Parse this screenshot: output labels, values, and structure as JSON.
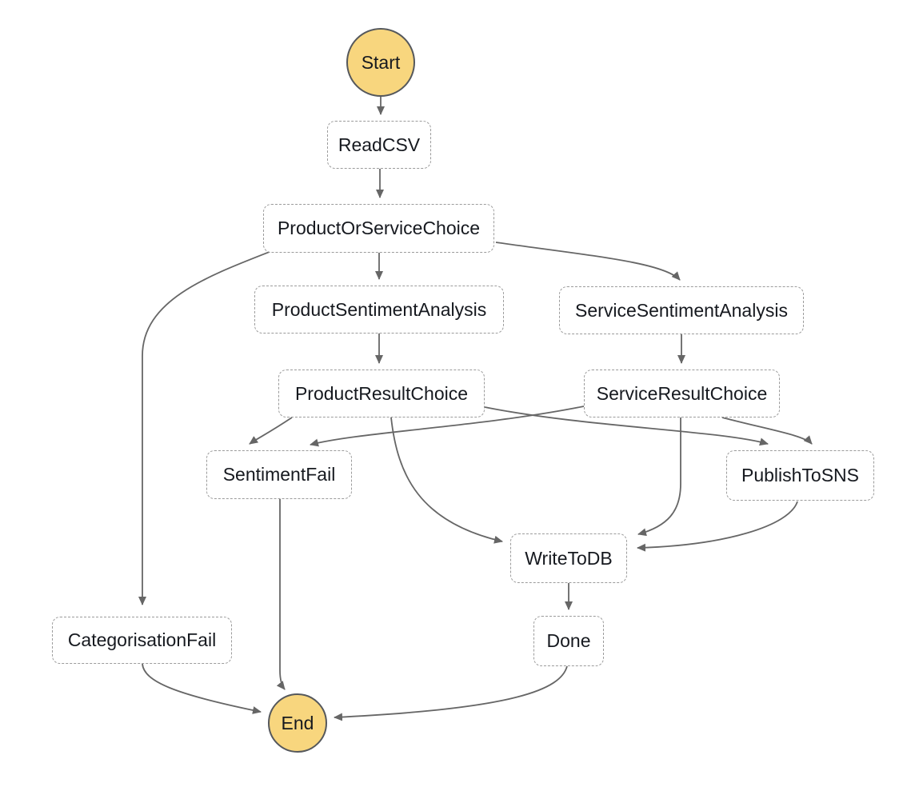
{
  "diagram": {
    "kind": "state-machine-graph",
    "nodes": {
      "start": {
        "label": "Start",
        "type": "terminal"
      },
      "read_csv": {
        "label": "ReadCSV",
        "type": "task"
      },
      "product_or_service_choice": {
        "label": "ProductOrServiceChoice",
        "type": "choice"
      },
      "product_sentiment_analysis": {
        "label": "ProductSentimentAnalysis",
        "type": "task"
      },
      "service_sentiment_analysis": {
        "label": "ServiceSentimentAnalysis",
        "type": "task"
      },
      "product_result_choice": {
        "label": "ProductResultChoice",
        "type": "choice"
      },
      "service_result_choice": {
        "label": "ServiceResultChoice",
        "type": "choice"
      },
      "sentiment_fail": {
        "label": "SentimentFail",
        "type": "task"
      },
      "publish_to_sns": {
        "label": "PublishToSNS",
        "type": "task"
      },
      "write_to_db": {
        "label": "WriteToDB",
        "type": "task"
      },
      "done": {
        "label": "Done",
        "type": "task"
      },
      "categorisation_fail": {
        "label": "CategorisationFail",
        "type": "task"
      },
      "end": {
        "label": "End",
        "type": "terminal"
      }
    },
    "edges": [
      {
        "from": "Start",
        "to": "ReadCSV"
      },
      {
        "from": "ReadCSV",
        "to": "ProductOrServiceChoice"
      },
      {
        "from": "ProductOrServiceChoice",
        "to": "ProductSentimentAnalysis"
      },
      {
        "from": "ProductOrServiceChoice",
        "to": "ServiceSentimentAnalysis"
      },
      {
        "from": "ProductOrServiceChoice",
        "to": "CategorisationFail"
      },
      {
        "from": "ProductSentimentAnalysis",
        "to": "ProductResultChoice"
      },
      {
        "from": "ServiceSentimentAnalysis",
        "to": "ServiceResultChoice"
      },
      {
        "from": "ProductResultChoice",
        "to": "SentimentFail"
      },
      {
        "from": "ProductResultChoice",
        "to": "PublishToSNS"
      },
      {
        "from": "ProductResultChoice",
        "to": "WriteToDB"
      },
      {
        "from": "ServiceResultChoice",
        "to": "SentimentFail"
      },
      {
        "from": "ServiceResultChoice",
        "to": "PublishToSNS"
      },
      {
        "from": "ServiceResultChoice",
        "to": "WriteToDB"
      },
      {
        "from": "PublishToSNS",
        "to": "WriteToDB"
      },
      {
        "from": "WriteToDB",
        "to": "Done"
      },
      {
        "from": "SentimentFail",
        "to": "End"
      },
      {
        "from": "CategorisationFail",
        "to": "End"
      },
      {
        "from": "Done",
        "to": "End"
      }
    ],
    "colors": {
      "terminal_fill": "#F8D67E",
      "terminal_border": "#55585C",
      "task_border": "#9B9B9B",
      "edge": "#666666",
      "text": "#16191F",
      "background": "#FFFFFF"
    }
  }
}
